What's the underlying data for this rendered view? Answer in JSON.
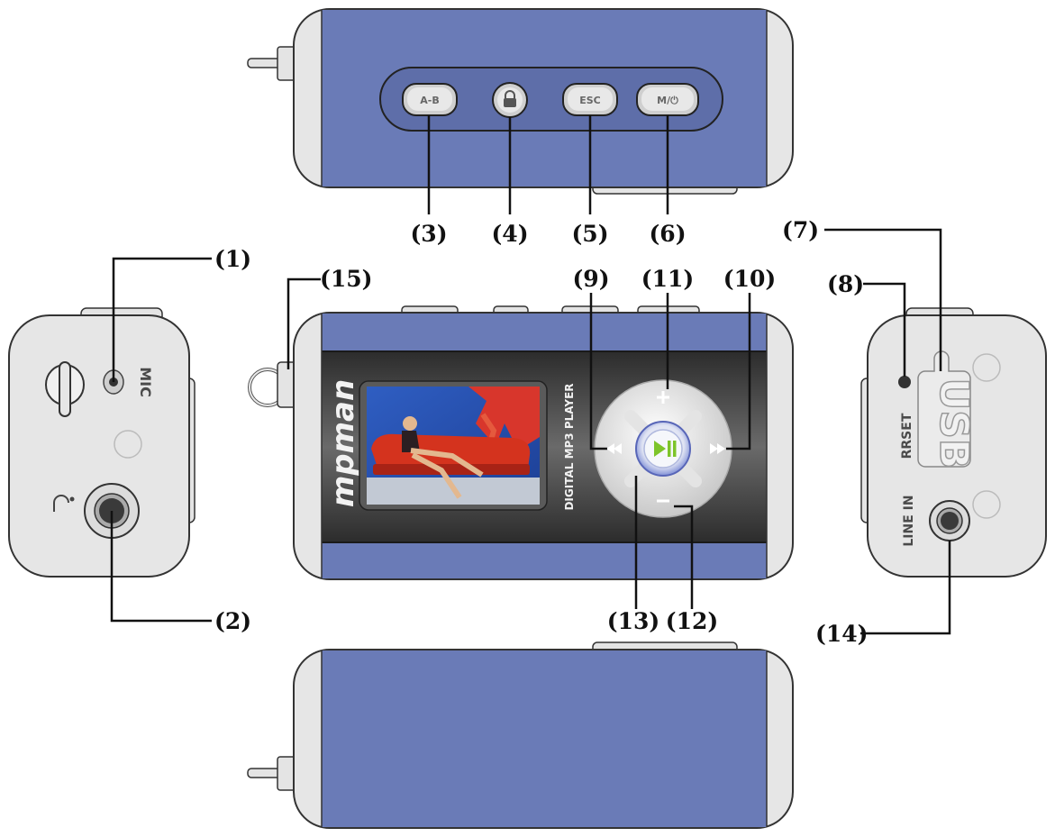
{
  "buttons": {
    "ab": "A-B",
    "esc": "ESC",
    "mode": "M/⏻"
  },
  "labels": {
    "mic": "MIC",
    "rrset": "RRSET",
    "usb": "USB",
    "line_in": "LINE IN",
    "brand": "mpman",
    "subtitle": "DIGITAL MP3 PLAYER"
  },
  "callouts": {
    "c1": "(1)",
    "c2": "(2)",
    "c3": "(3)",
    "c4": "(4)",
    "c5": "(5)",
    "c6": "(6)",
    "c7": "(7)",
    "c8": "(8)",
    "c9": "(9)",
    "c10": "(10)",
    "c11": "(11)",
    "c12": "(12)",
    "c13": "(13)",
    "c14": "(14)",
    "c15": "(15)"
  },
  "colors": {
    "body_blue": "#6a7bb7",
    "shell_gray": "#e6e6e6",
    "panel_dark": "#3b3b3b",
    "play_green": "#7dc42a"
  }
}
